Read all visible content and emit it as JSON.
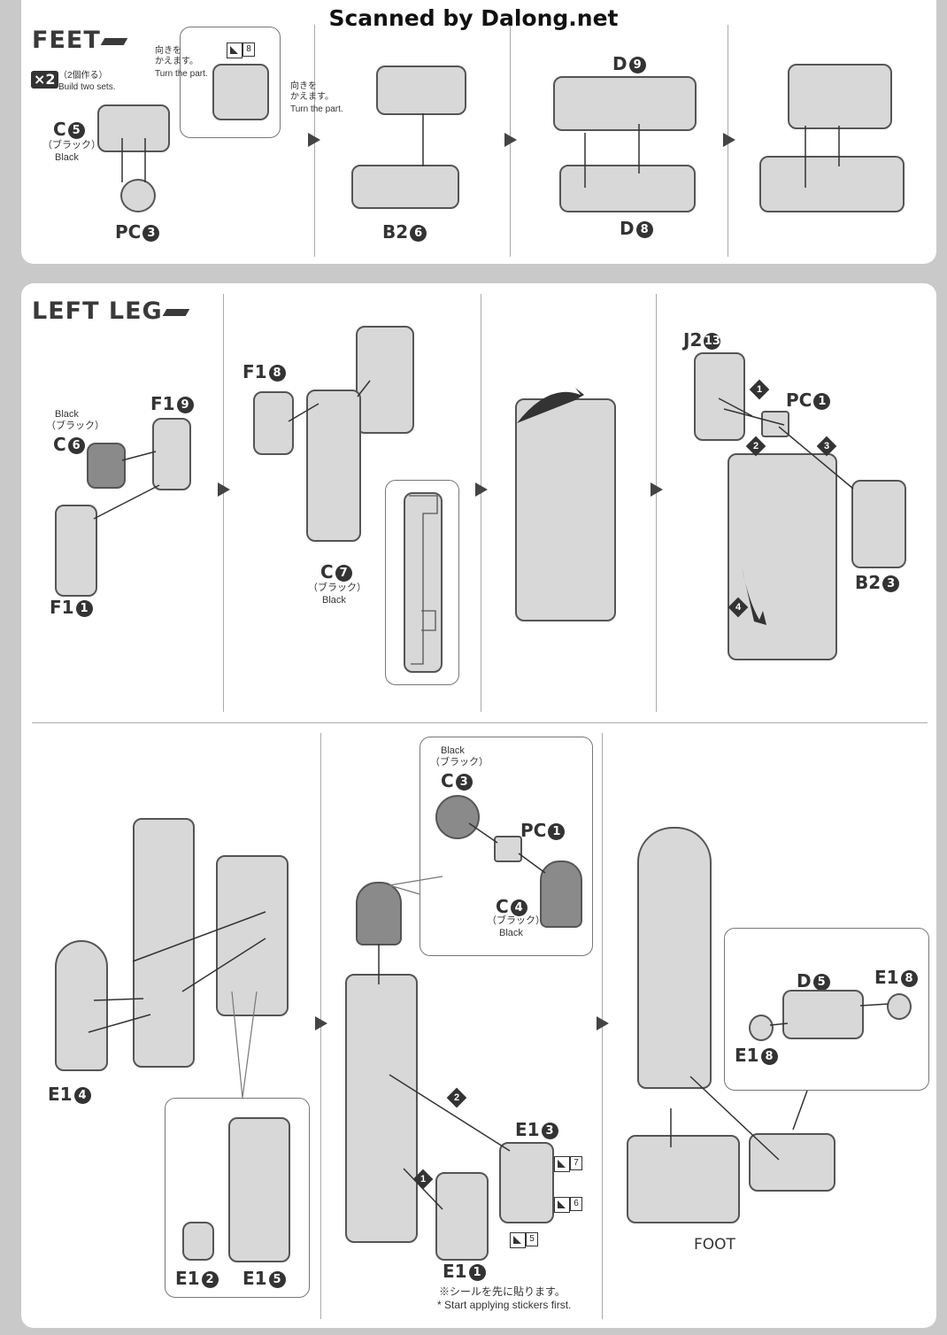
{
  "watermark": "Scanned by Dalong.net",
  "feet": {
    "heading": "FEET",
    "sets_badge": "×2",
    "sets_jp": "（2個作る）",
    "sets_en": "Build two sets.",
    "turn_jp": "向きを\nかえます。",
    "turn_en": "Turn the part.",
    "turn2_jp": "向きを\nかえます。",
    "turn2_en": "Turn the part.",
    "sticker_num": "8",
    "c5": "C",
    "c5_n": "5",
    "c5_jp": "（ブラック）",
    "c5_en": "Black",
    "pc3": "PC",
    "pc3_n": "3",
    "b26": "B2",
    "b26_n": "6",
    "d9": "D",
    "d9_n": "9",
    "d8": "D",
    "d8_n": "8"
  },
  "left_leg": {
    "heading": "LEFT LEG",
    "c6_en": "Black",
    "c6_jp": "（ブラック）",
    "c6": "C",
    "c6_n": "6",
    "f19": "F1",
    "f19_n": "9",
    "f11": "F1",
    "f11_n": "1",
    "f18": "F1",
    "f18_n": "8",
    "c7": "C",
    "c7_n": "7",
    "c7_jp": "（ブラック）",
    "c7_en": "Black",
    "j213": "J2",
    "j213_n": "13",
    "pc1": "PC",
    "pc1_n": "1",
    "b23": "B2",
    "b23_n": "3",
    "steps": [
      "1",
      "2",
      "3",
      "4"
    ]
  },
  "lower": {
    "e14": "E1",
    "e14_n": "4",
    "e12": "E1",
    "e12_n": "2",
    "e15": "E1",
    "e15_n": "5",
    "c3_en": "Black",
    "c3_jp": "（ブラック）",
    "c3": "C",
    "c3_n": "3",
    "pc1": "PC",
    "pc1_n": "1",
    "c4": "C",
    "c4_n": "4",
    "c4_jp": "（ブラック）",
    "c4_en": "Black",
    "e13": "E1",
    "e13_n": "3",
    "e11": "E1",
    "e11_n": "1",
    "stickers": [
      "7",
      "6",
      "5"
    ],
    "steps": [
      "1",
      "2"
    ],
    "note_jp": "※シールを先に貼ります。",
    "note_en": "* Start applying stickers first.",
    "d5": "D",
    "d5_n": "5",
    "e18a": "E1",
    "e18a_n": "8",
    "e18b": "E1",
    "e18b_n": "8",
    "foot": "FOOT"
  }
}
